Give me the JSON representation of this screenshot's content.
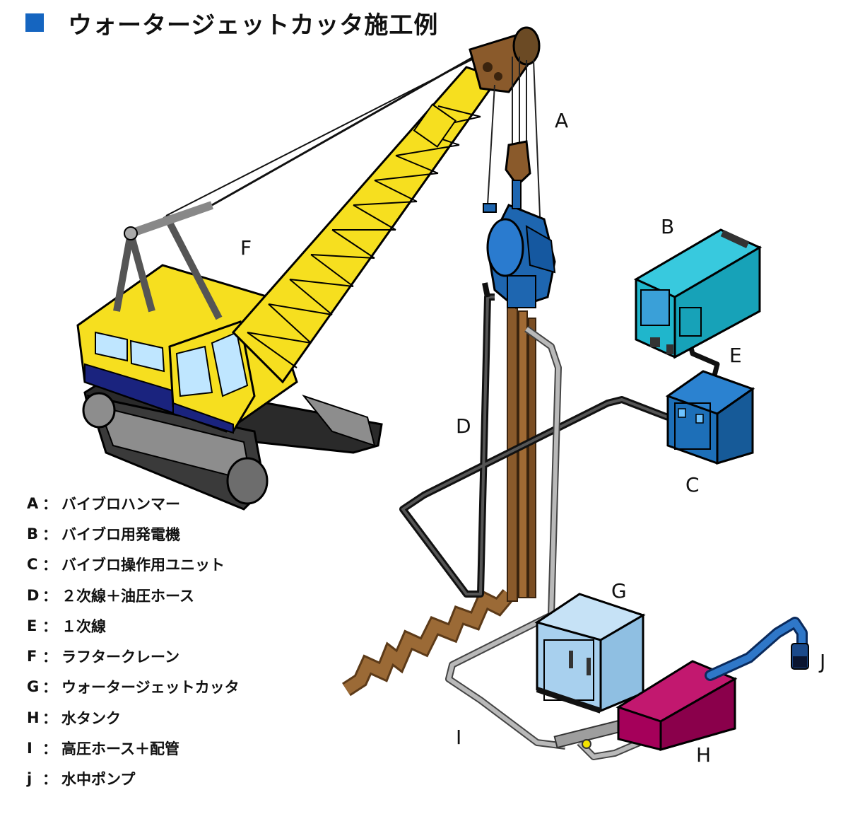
{
  "title": "ウォータージェットカッタ施工例",
  "colors": {
    "title_square": "#1565c0",
    "crane_body": "#f6df1f",
    "crane_base": "#1a237e",
    "vibro_hammer": "#1e66b0",
    "sheet_pile": "#8a5a2b",
    "generator": "#1fb6cc",
    "control_unit": "#1d6fb8",
    "water_jet_cutter": "#a8d0ee",
    "water_tank": "#a5005a",
    "pump": "#0a2a5c"
  },
  "callouts": {
    "A": "A",
    "B": "B",
    "C": "C",
    "D": "D",
    "E": "E",
    "F": "F",
    "G": "G",
    "H": "H",
    "I": "I",
    "J": "J"
  },
  "legend": [
    {
      "key": "A",
      "label": "バイブロハンマー"
    },
    {
      "key": "B",
      "label": "バイブロ用発電機"
    },
    {
      "key": "C",
      "label": "バイブロ操作用ユニット"
    },
    {
      "key": "D",
      "label": "２次線＋油圧ホース"
    },
    {
      "key": "E",
      "label": "１次線"
    },
    {
      "key": "F",
      "label": "ラフタークレーン"
    },
    {
      "key": "G",
      "label": "ウォータージェットカッタ"
    },
    {
      "key": "H",
      "label": "水タンク"
    },
    {
      "key": "I",
      "label": "高圧ホース＋配管"
    },
    {
      "key": "j",
      "label": "水中ポンプ"
    }
  ]
}
